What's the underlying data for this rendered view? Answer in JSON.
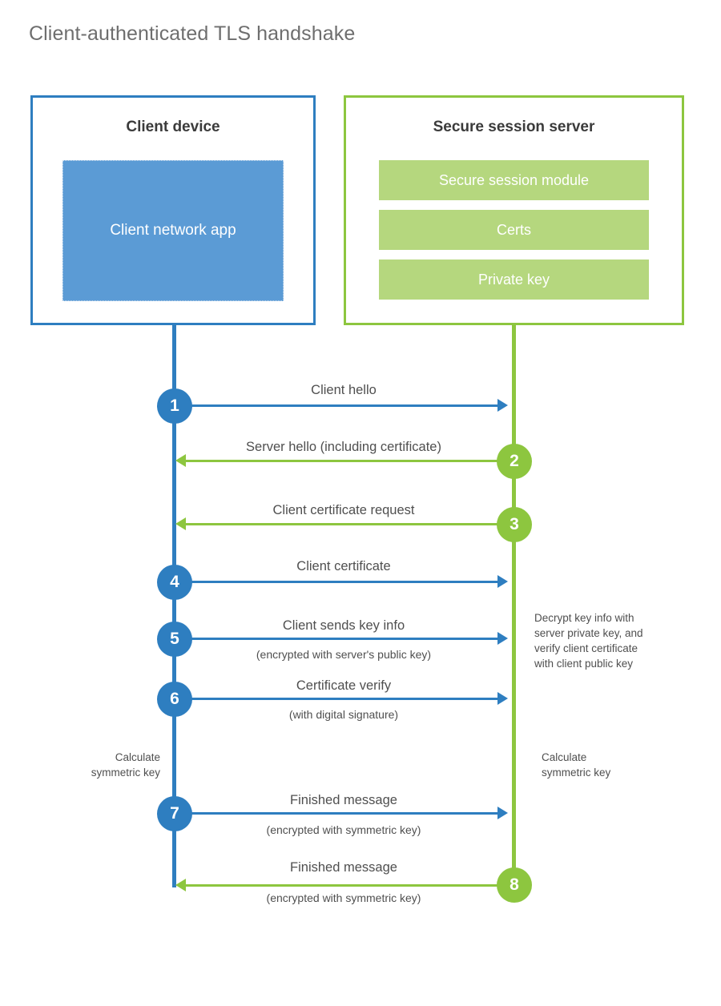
{
  "page": {
    "title": "Client-authenticated TLS handshake",
    "background": "#ffffff"
  },
  "colors": {
    "client_accent": "#2e7ec0",
    "server_accent": "#8dc63f",
    "client_app_fill": "#5b9bd5",
    "server_bar_fill": "#b5d77e",
    "title_text": "#6e6e6e",
    "body_text": "#4f4f4f"
  },
  "actors": {
    "client": {
      "title": "Client device",
      "app_label": "Client network app"
    },
    "server": {
      "title": "Secure session server",
      "components": [
        "Secure session module",
        "Certs",
        "Private key"
      ]
    }
  },
  "steps": [
    {
      "number": "1",
      "label": "Client hello",
      "sublabel": "",
      "direction": "client-to-server",
      "origin": "client"
    },
    {
      "number": "2",
      "label": "Server hello (including certificate)",
      "sublabel": "",
      "direction": "server-to-client",
      "origin": "server"
    },
    {
      "number": "3",
      "label": "Client certificate request",
      "sublabel": "",
      "direction": "server-to-client",
      "origin": "server"
    },
    {
      "number": "4",
      "label": "Client certificate",
      "sublabel": "",
      "direction": "client-to-server",
      "origin": "client"
    },
    {
      "number": "5",
      "label": "Client sends key info",
      "sublabel": "(encrypted with server's public key)",
      "direction": "client-to-server",
      "origin": "client"
    },
    {
      "number": "6",
      "label": "Certificate verify",
      "sublabel": "(with digital signature)",
      "direction": "client-to-server",
      "origin": "client"
    },
    {
      "number": "7",
      "label": "Finished message",
      "sublabel": "(encrypted with symmetric key)",
      "direction": "client-to-server",
      "origin": "client"
    },
    {
      "number": "8",
      "label": "Finished message",
      "sublabel": "(encrypted with symmetric key)",
      "direction": "server-to-client",
      "origin": "server"
    }
  ],
  "notes": {
    "decrypt": {
      "lines": [
        "Decrypt key info with",
        "server private key, and",
        "verify client certificate",
        "with client public key"
      ]
    },
    "calculate_client": {
      "lines": [
        "Calculate",
        "symmetric key"
      ]
    },
    "calculate_server": {
      "lines": [
        "Calculate",
        "symmetric key"
      ]
    }
  }
}
